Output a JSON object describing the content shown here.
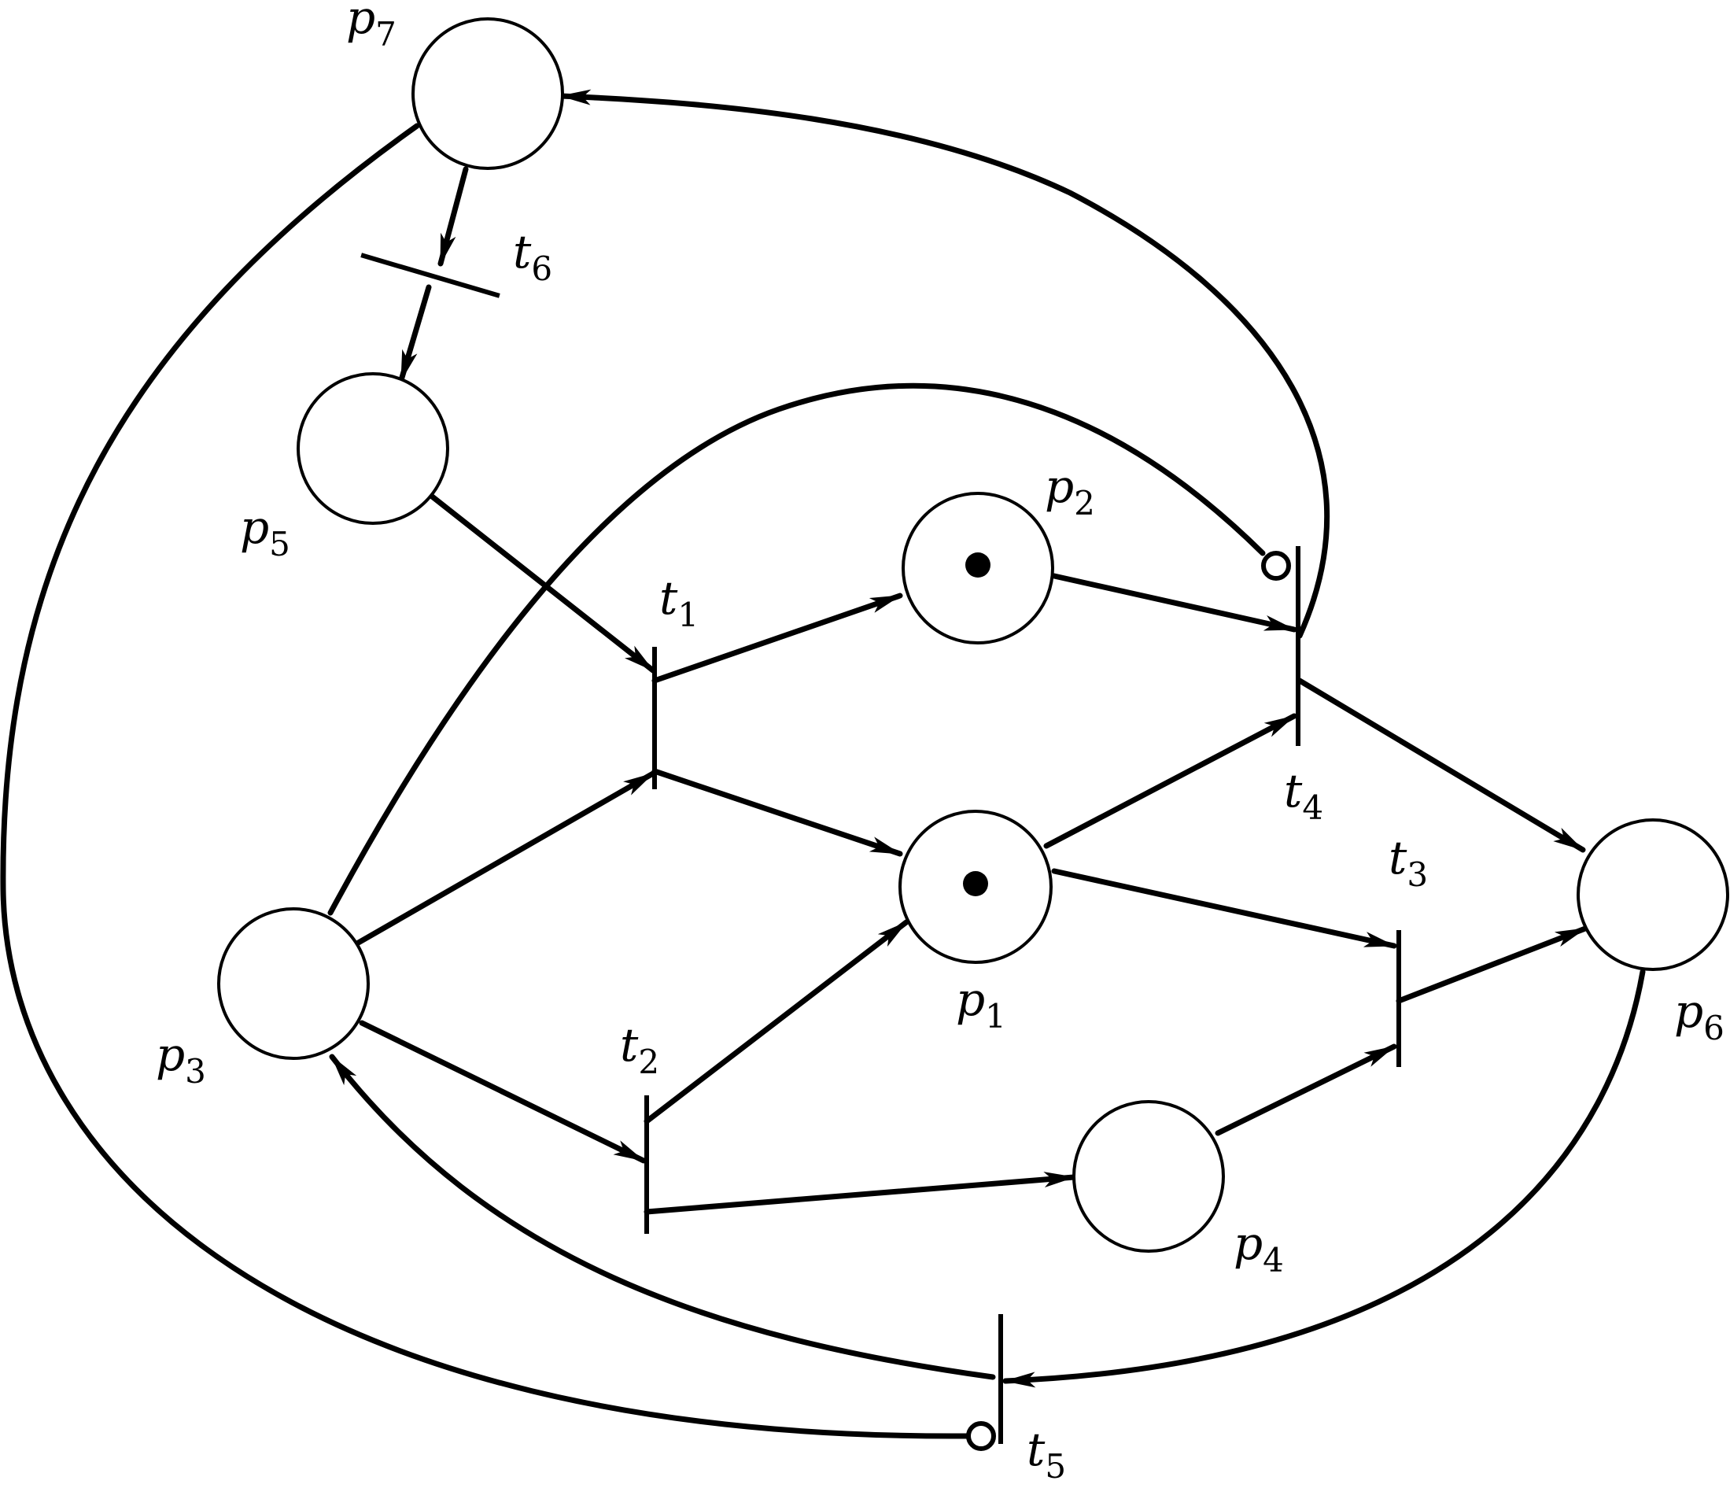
{
  "diagram": {
    "colors": {
      "ink": "#000000",
      "paper": "#ffffff"
    },
    "places": [
      {
        "id": "p1",
        "label": "p",
        "sub": "1",
        "tokens": 1
      },
      {
        "id": "p2",
        "label": "p",
        "sub": "2",
        "tokens": 1
      },
      {
        "id": "p3",
        "label": "p",
        "sub": "3",
        "tokens": 0
      },
      {
        "id": "p4",
        "label": "p",
        "sub": "4",
        "tokens": 0
      },
      {
        "id": "p5",
        "label": "p",
        "sub": "5",
        "tokens": 0
      },
      {
        "id": "p6",
        "label": "p",
        "sub": "6",
        "tokens": 0
      },
      {
        "id": "p7",
        "label": "p",
        "sub": "7",
        "tokens": 0
      }
    ],
    "transitions": [
      {
        "id": "t1",
        "label": "t",
        "sub": "1"
      },
      {
        "id": "t2",
        "label": "t",
        "sub": "2"
      },
      {
        "id": "t3",
        "label": "t",
        "sub": "3"
      },
      {
        "id": "t4",
        "label": "t",
        "sub": "4"
      },
      {
        "id": "t5",
        "label": "t",
        "sub": "5"
      },
      {
        "id": "t6",
        "label": "t",
        "sub": "6"
      }
    ],
    "arcs": [
      {
        "from": "p5",
        "to": "t1",
        "kind": "normal"
      },
      {
        "from": "p3",
        "to": "t1",
        "kind": "normal"
      },
      {
        "from": "t1",
        "to": "p2",
        "kind": "normal"
      },
      {
        "from": "t1",
        "to": "p1",
        "kind": "normal"
      },
      {
        "from": "p3",
        "to": "t2",
        "kind": "normal"
      },
      {
        "from": "t2",
        "to": "p1",
        "kind": "normal"
      },
      {
        "from": "t2",
        "to": "p4",
        "kind": "normal"
      },
      {
        "from": "p1",
        "to": "t3",
        "kind": "normal"
      },
      {
        "from": "p4",
        "to": "t3",
        "kind": "normal"
      },
      {
        "from": "t3",
        "to": "p6",
        "kind": "normal"
      },
      {
        "from": "p2",
        "to": "t4",
        "kind": "normal"
      },
      {
        "from": "p1",
        "to": "t4",
        "kind": "normal"
      },
      {
        "from": "p3",
        "to": "t4",
        "kind": "inhibitor"
      },
      {
        "from": "t4",
        "to": "p6",
        "kind": "normal"
      },
      {
        "from": "t4",
        "to": "p7",
        "kind": "normal"
      },
      {
        "from": "p6",
        "to": "t5",
        "kind": "normal"
      },
      {
        "from": "t5",
        "to": "p3",
        "kind": "normal"
      },
      {
        "from": "p7",
        "to": "t5",
        "kind": "inhibitor"
      },
      {
        "from": "p7",
        "to": "t6",
        "kind": "normal"
      },
      {
        "from": "t6",
        "to": "p5",
        "kind": "normal"
      }
    ]
  }
}
